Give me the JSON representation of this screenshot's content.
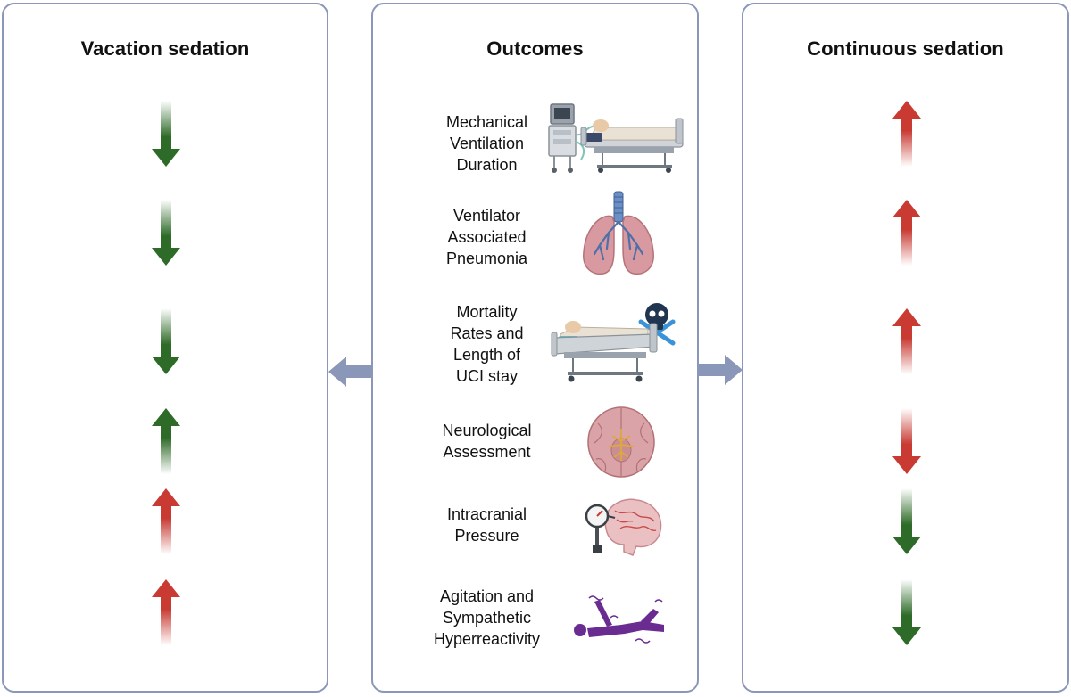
{
  "left_panel": {
    "title": "Vacation sedation",
    "effects": [
      {
        "outcome": "Mechanical Ventilation Duration",
        "direction": "down",
        "color": "green"
      },
      {
        "outcome": "Ventilator Associated Pneumonia",
        "direction": "down",
        "color": "green"
      },
      {
        "outcome": "Mortality Rates and Length of UCI stay",
        "direction": "down",
        "color": "green"
      },
      {
        "outcome": "Neurological Assessment",
        "direction": "up",
        "color": "green"
      },
      {
        "outcome": "Intracranial Pressure",
        "direction": "up",
        "color": "red"
      },
      {
        "outcome": "Agitation and Sympathetic Hyperreactivity",
        "direction": "up",
        "color": "red"
      }
    ]
  },
  "middle_panel": {
    "title": "Outcomes",
    "outcomes": [
      {
        "lines": [
          "Mechanical",
          "Ventilation",
          "Duration"
        ],
        "icon": "ventilator-bed-icon"
      },
      {
        "lines": [
          "Ventilator",
          "Associated",
          "Pneumonia"
        ],
        "icon": "lungs-icon"
      },
      {
        "lines": [
          "Mortality",
          "Rates and",
          "Length of",
          "UCI stay"
        ],
        "icon": "hospital-bed-skull-icon"
      },
      {
        "lines": [
          "Neurological",
          "Assessment"
        ],
        "icon": "brain-bottom-view-icon"
      },
      {
        "lines": [
          "Intracranial",
          "Pressure"
        ],
        "icon": "brain-pressure-gauge-icon"
      },
      {
        "lines": [
          "Agitation and",
          "Sympathetic",
          "Hyperreactivity"
        ],
        "icon": "agitated-person-icon"
      }
    ]
  },
  "right_panel": {
    "title": "Continuous sedation",
    "effects": [
      {
        "outcome": "Mechanical Ventilation Duration",
        "direction": "up",
        "color": "red"
      },
      {
        "outcome": "Ventilator Associated Pneumonia",
        "direction": "up",
        "color": "red"
      },
      {
        "outcome": "Mortality Rates and Length of UCI stay",
        "direction": "up",
        "color": "red"
      },
      {
        "outcome": "Neurological Assessment",
        "direction": "down",
        "color": "red"
      },
      {
        "outcome": "Intracranial Pressure",
        "direction": "down",
        "color": "green"
      },
      {
        "outcome": "Agitation and Sympathetic Hyperreactivity",
        "direction": "down",
        "color": "green"
      }
    ]
  },
  "colors": {
    "green": "#2e6b28",
    "red": "#c83a32",
    "panel_border": "#8a97b8",
    "connector": "#8a97b8"
  },
  "connectors": [
    {
      "direction": "left",
      "icon": "connector-arrow-left-icon"
    },
    {
      "direction": "right",
      "icon": "connector-arrow-right-icon"
    }
  ]
}
